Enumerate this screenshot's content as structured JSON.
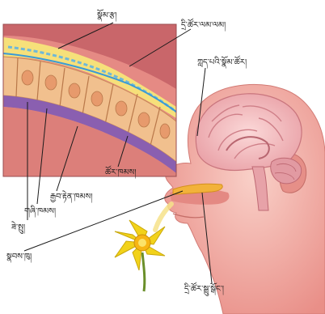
{
  "labels": {
    "olfactory_nerve": "སྣོམ་རྩ།",
    "olfactory_tract": "དྲི་ཚོར་ལམ་ལམ།",
    "olfactory_cortex": "ཀླད་པའི་སྣོམ་ཚོར།",
    "olfactory_bulb": "དྲི་ཚོར་སྦྲུ་སྒོང་།",
    "receptor_cells": "ཚོར་ཁམས།",
    "supporting_cells": "རྒྱབ་རྟེན་ཁམས།",
    "basal_cells": "གཞི་ཁམས།",
    "cilia": "ཟེ་སྤུ།",
    "mucus": "སྣབས་ཁུ།"
  },
  "colors": {
    "skin": "#f0a8a0",
    "brain": "#f4c2c4",
    "epithelium": "#f3c69a",
    "purple_layer": "#8a5fb0",
    "blue_layer": "#3a9ad6",
    "flower": "#f2d21a"
  }
}
